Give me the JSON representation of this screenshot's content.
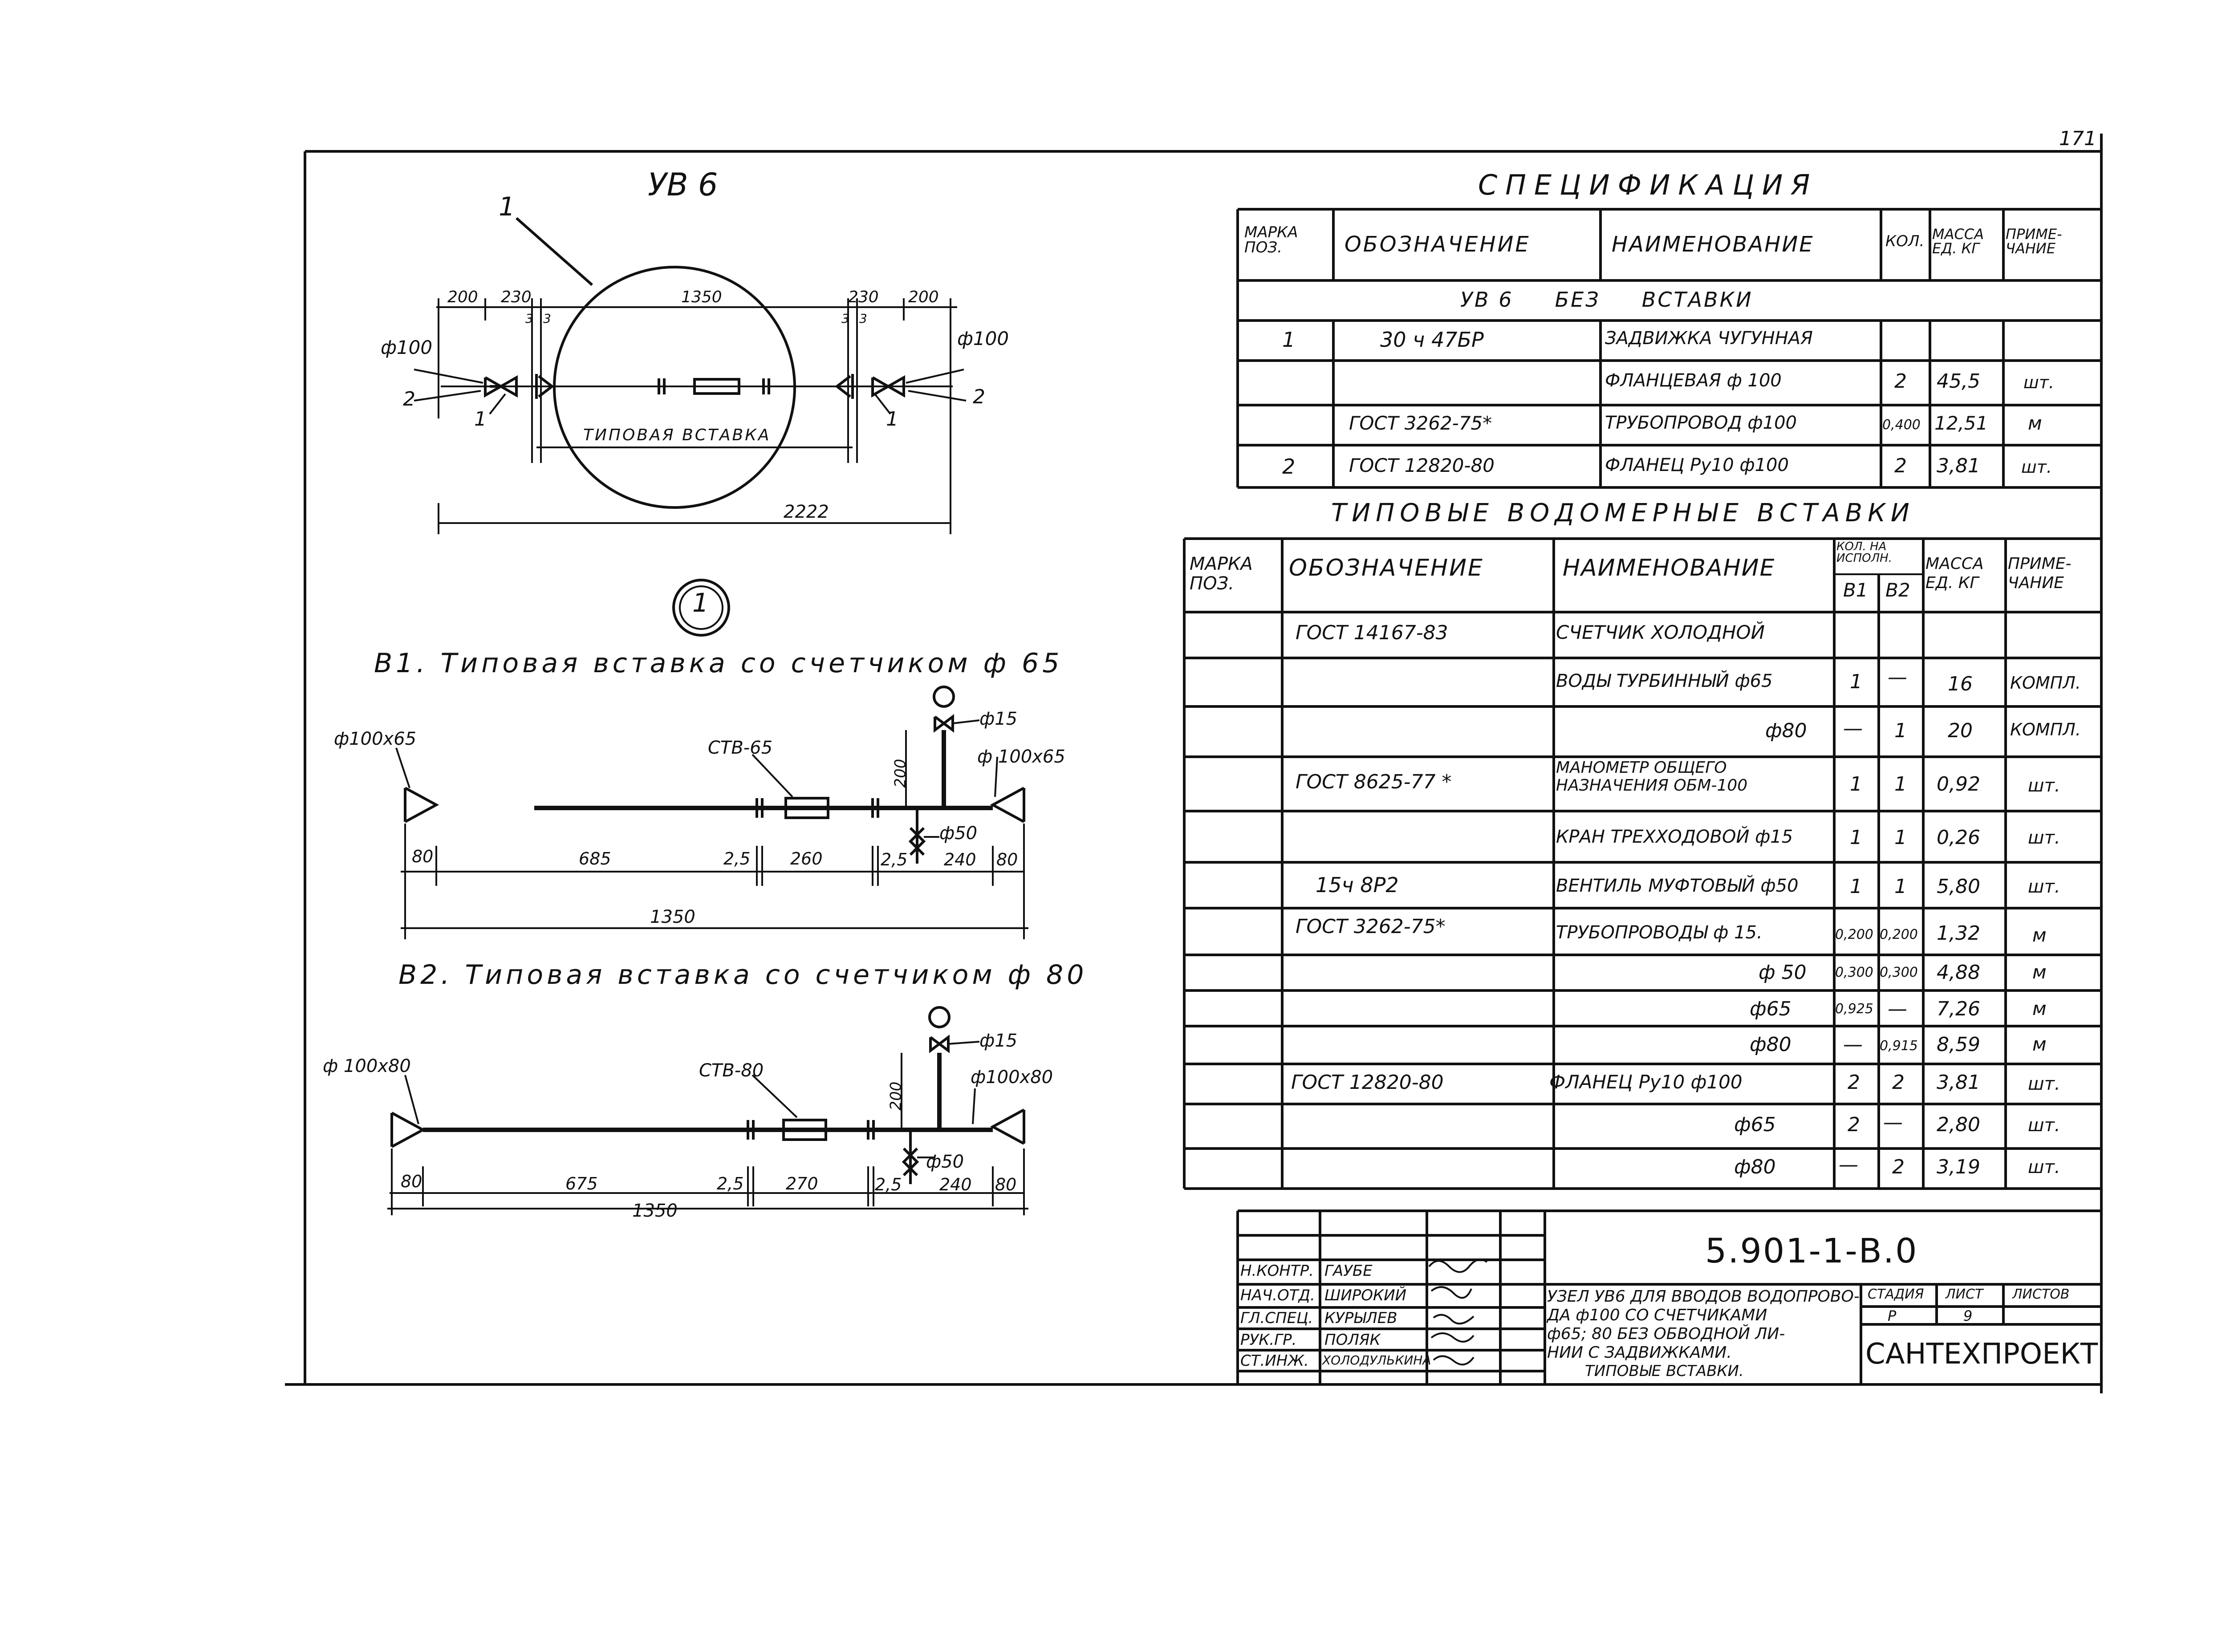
{
  "page_number": "171",
  "drawing1": {
    "title": "УВ 6",
    "callout_1_top": "1",
    "dims": [
      "200",
      "230",
      "1350",
      "230",
      "200",
      "2222"
    ],
    "small_3": [
      "3",
      "3",
      "3",
      "3"
    ],
    "phi_left": "ф100",
    "phi_right": "ф100",
    "pos_left_2": "2",
    "pos_left_1": "1",
    "pos_right_1": "1",
    "pos_right_2": "2",
    "insert_label": "ТИПОВАЯ ВСТАВКА"
  },
  "circle_marker": "1",
  "b1": {
    "title": "В1. Типовая вставка со счетчиком ф 65",
    "left_label": "ф100х65",
    "meter_label": "СТВ-65",
    "phi15": "ф15",
    "right_label": "ф 100х65",
    "phi50": "ф50",
    "dim_200": "200",
    "dims": [
      "80",
      "685",
      "2,5",
      "260",
      "2,5",
      "240",
      "80"
    ],
    "total": "1350"
  },
  "b2": {
    "title": "В2. Типовая вставка со счетчиком ф 80",
    "left_label": "ф 100х80",
    "meter_label": "СТВ-80",
    "phi15": "ф15",
    "right_label": "ф100х80",
    "phi50": "ф50",
    "dim_200": "200",
    "dims": [
      "80",
      "675",
      "2,5",
      "270",
      "2,5",
      "240",
      "80"
    ],
    "total": "1350"
  },
  "spec": {
    "title": "СПЕЦИФИКАЦИЯ",
    "headers": [
      "МАРКА ПОЗ.",
      "ОБОЗНАЧЕНИЕ",
      "НАИМЕНОВАНИЕ",
      "КОЛ.",
      "МАССА ЕД. КГ",
      "ПРИМЕ-ЧАНИЕ"
    ],
    "section": "УВ 6     БЕЗ     ВСТАВКИ",
    "rows": [
      [
        "1",
        "30 ч 47БР",
        "ЗАДВИЖКА ЧУГУННАЯ",
        "",
        "",
        ""
      ],
      [
        "",
        "",
        "ФЛАНЦЕВАЯ ф 100",
        "2",
        "45,5",
        "шт."
      ],
      [
        "",
        "ГОСТ 3262-75*",
        "ТРУБОПРОВОД ф100",
        "0,400",
        "12,51",
        "м"
      ],
      [
        "2",
        "ГОСТ 12820-80",
        "ФЛАНЕЦ Ру10 ф100",
        "2",
        "3,81",
        "шт."
      ]
    ]
  },
  "inserts": {
    "title": "ТИПОВЫЕ ВОДОМЕРНЫЕ ВСТАВКИ",
    "headers": [
      "МАРКА ПОЗ.",
      "ОБОЗНАЧЕНИЕ",
      "НАИМЕНОВАНИЕ",
      "КОЛ. НА ИСПОЛН.",
      "В1",
      "В2",
      "МАССА ЕД. КГ",
      "ПРИМЕ-ЧАНИЕ"
    ],
    "rows": [
      [
        "",
        "ГОСТ 14167-83",
        "СЧЕТЧИК ХОЛОДНОЙ",
        "",
        "",
        "",
        ""
      ],
      [
        "",
        "",
        "ВОДЫ ТУРБИННЫЙ ф65",
        "1",
        "—",
        "16",
        "КОМПЛ."
      ],
      [
        "",
        "",
        "ф80",
        "—",
        "1",
        "20",
        "КОМПЛ."
      ],
      [
        "",
        "ГОСТ 8625-77 *",
        "МАНОМЕТР ОБЩЕГО НАЗНАЧЕНИЯ ОБМ-100",
        "1",
        "1",
        "0,92",
        "шт."
      ],
      [
        "",
        "",
        "КРАН ТРЕХХОДОВОЙ ф15",
        "1",
        "1",
        "0,26",
        "шт."
      ],
      [
        "",
        "15ч 8Р2",
        "ВЕНТИЛЬ МУФТОВЫЙ ф50",
        "1",
        "1",
        "5,80",
        "шт."
      ],
      [
        "",
        "ГОСТ 3262-75*",
        "ТРУБОПРОВОДЫ ф 15.",
        "0,200",
        "0,200",
        "1,32",
        "м"
      ],
      [
        "",
        "",
        "ф 50",
        "0,300",
        "0,300",
        "4,88",
        "м"
      ],
      [
        "",
        "",
        "ф65",
        "0,925",
        "—",
        "7,26",
        "м"
      ],
      [
        "",
        "",
        "ф80",
        "—",
        "0,915",
        "8,59",
        "м"
      ],
      [
        "",
        "ГОСТ 12820-80",
        "ФЛАНЕЦ Ру10 ф100",
        "2",
        "2",
        "3,81",
        "шт."
      ],
      [
        "",
        "",
        "ф65",
        "2",
        "—",
        "2,80",
        "шт."
      ],
      [
        "",
        "",
        "ф80",
        "—",
        "2",
        "3,19",
        "шт."
      ]
    ]
  },
  "stamp": {
    "code": "5.901-1-В.0",
    "roles": [
      [
        "Н.КОНТР.",
        "ГАУБЕ"
      ],
      [
        "НАЧ.ОТД.",
        "ШИРОКИЙ"
      ],
      [
        "ГЛ.СПЕЦ.",
        "КУРЫЛЕВ"
      ],
      [
        "РУК.ГР.",
        "ПОЛЯК"
      ],
      [
        "СТ.ИНЖ.",
        "ХОЛОДУЛЬКИНА"
      ]
    ],
    "description": [
      "УЗЕЛ УВ6 ДЛЯ ВВОДОВ ВОДОПРОВО-",
      "ДА ф100 СО СЧЕТЧИКАМИ",
      "ф65; 80 БЕЗ ОБВОДНОЙ ЛИ-",
      "НИИ С ЗАДВИЖКАМИ.",
      "ТИПОВЫЕ ВСТАВКИ."
    ],
    "stage_label": "СТАДИЯ",
    "sheet_label": "ЛИСТ",
    "sheets_label": "ЛИСТОВ",
    "stage": "Р",
    "sheet": "9",
    "sheets": "",
    "org": "САНТЕХПРОЕКТ"
  }
}
